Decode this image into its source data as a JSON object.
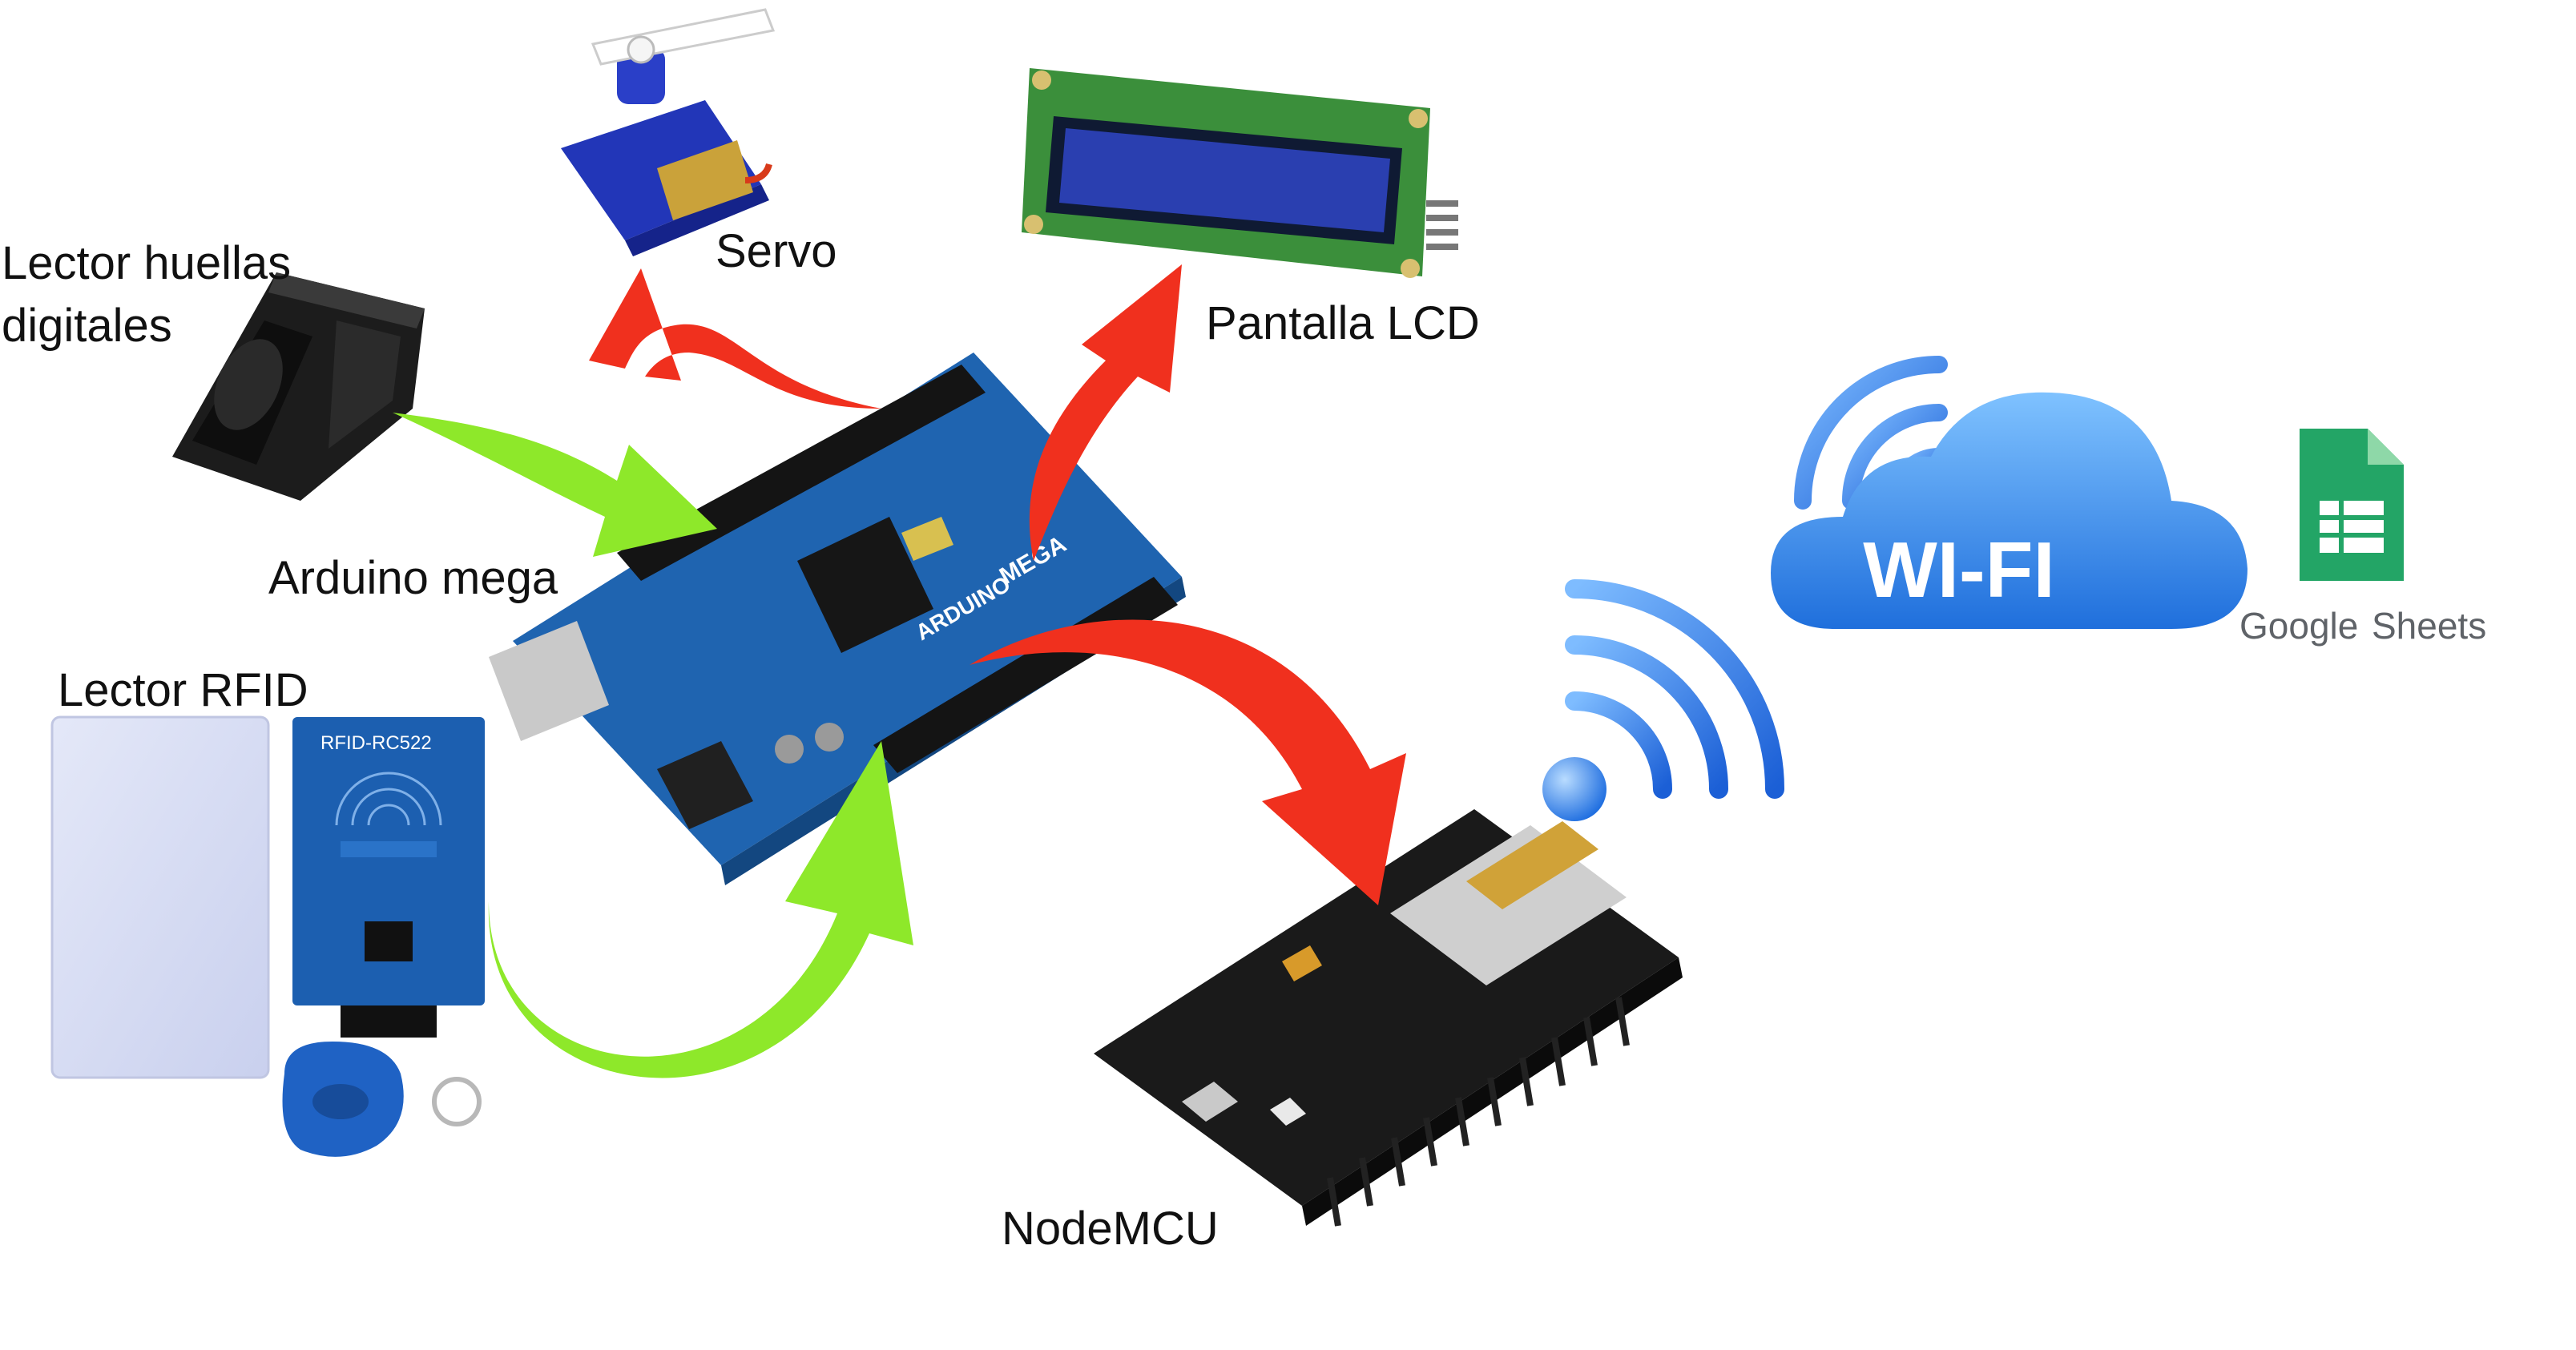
{
  "labels": {
    "servo": "Servo",
    "fingerprint_line1": "Lector huellas",
    "fingerprint_line2": "digitales",
    "lcd": "Pantalla LCD",
    "arduino": "Arduino mega",
    "rfid": "Lector RFID",
    "nodemcu": "NodeMCU"
  },
  "board_text": {
    "arduino_brand": "ARDUINO",
    "mega": "MEGA",
    "rfid_module": "RFID-RC522",
    "wifi": "WI-FI",
    "google": "Google",
    "sheets": "Sheets"
  },
  "colors": {
    "input_arrow": "#8ee82a",
    "output_arrow": "#f0301e",
    "arduino_board": "#1f64b0",
    "nodemcu_board": "#1a1a1a",
    "wifi_cloud": "#2f87e6",
    "sheets_green": "#23a566",
    "lcd_screen": "#2a3fb0",
    "lcd_board": "#3b8f3b",
    "servo_body": "#2a3fc0",
    "rfid_board": "#1c5fb0",
    "rfid_tag": "#1f62c4"
  },
  "icons": [
    "wifi-signal-icon",
    "cloud-icon",
    "google-sheets-icon"
  ]
}
